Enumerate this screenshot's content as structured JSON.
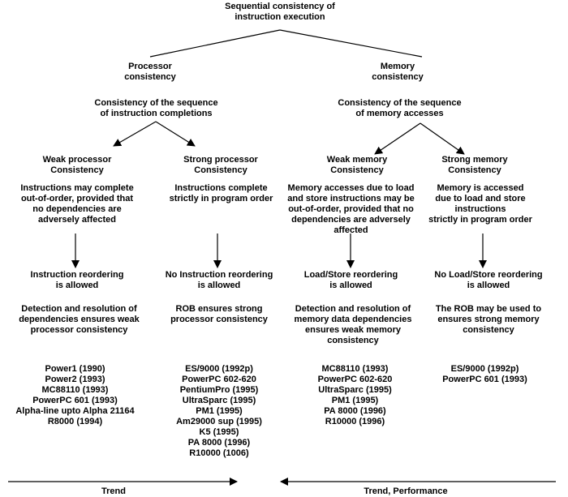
{
  "root": {
    "title": "Sequential consistency of\ninstruction execution"
  },
  "branches": {
    "processor": {
      "title": "Processor\nconsistency",
      "subtitle": "Consistency of the sequence\nof instruction completions",
      "weak": {
        "title": "Weak processor\nConsistency",
        "desc": "Instructions may complete\nout-of-order, provided that\nno dependencies are\nadversely affected",
        "reorder": "Instruction reordering\nis allowed",
        "ensure": "Detection and resolution of\ndependencies ensures weak\nprocessor consistency",
        "examples": "Power1 (1990)\nPower2 (1993)\nMC88110 (1993)\nPowerPC 601 (1993)\nAlpha-line upto Alpha 21164\nR8000 (1994)"
      },
      "strong": {
        "title": "Strong processor\nConsistency",
        "desc": "Instructions complete\nstrictly in program order",
        "reorder": "No Instruction reordering\nis allowed",
        "ensure": "ROB ensures strong\nprocessor consistency",
        "examples": "ES/9000 (1992p)\nPowerPC 602-620\nPentiumPro (1995)\nUltraSparc (1995)\nPM1 (1995)\nAm29000 sup (1995)\nK5 (1995)\nPA 8000 (1996)\nR10000 (1006)"
      }
    },
    "memory": {
      "title": "Memory\nconsistency",
      "subtitle": "Consistency of the sequence\nof memory accesses",
      "weak": {
        "title": "Weak memory\nConsistency",
        "desc": "Memory accesses due to load\nand store instructions may be\nout-of-order, provided that no\ndependencies are adversely\naffected",
        "reorder": "Load/Store reordering\nis allowed",
        "ensure": "Detection and resolution of\nmemory data dependencies\nensures weak memory\nconsistency",
        "examples": "MC88110 (1993)\nPowerPC 602-620\nUltraSparc (1995)\nPM1 (1995)\nPA 8000 (1996)\nR10000 (1996)"
      },
      "strong": {
        "title": "Strong memory\nConsistency",
        "desc": "Memory is  accessed\ndue to load and store\ninstructions\nstrictly in program order",
        "reorder": "No Load/Store reordering\nis allowed",
        "ensure": "The ROB may be used to\nensures strong memory\nconsistency",
        "examples": "ES/9000 (1992p)\nPowerPC 601 (1993)"
      }
    }
  },
  "trend": {
    "left_label": "Trend",
    "right_label": "Trend, Performance"
  }
}
